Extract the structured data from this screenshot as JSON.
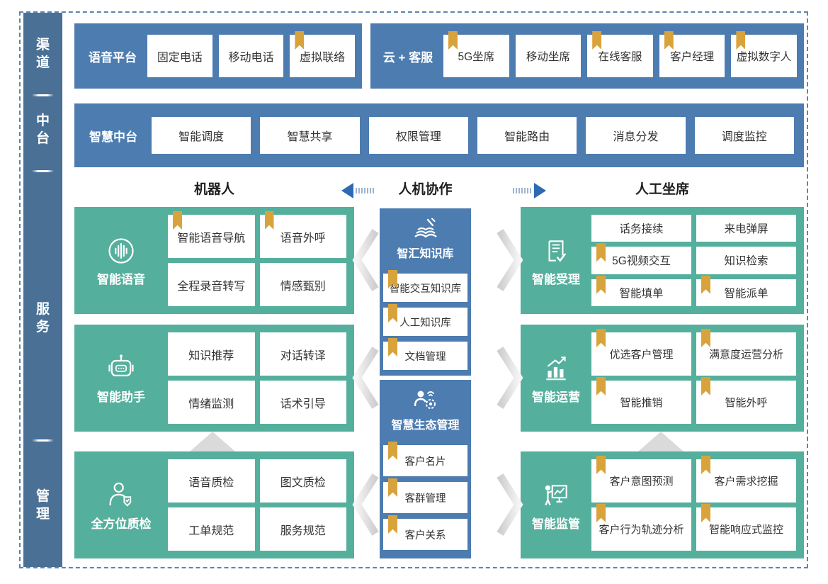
{
  "colors": {
    "panel_blue": "#4d7cb0",
    "sidebar_blue": "#4a7096",
    "teal": "#55af9d",
    "bookmark_gold": "#d9a33c",
    "arrow_blue": "#2e6ab3",
    "frame_dash": "#5e85ac",
    "item_text": "#333333"
  },
  "sidebar": {
    "items": [
      {
        "label": "渠道"
      },
      {
        "label": "中台"
      },
      {
        "label": "服务"
      },
      {
        "label": "管理"
      }
    ]
  },
  "channel_row": {
    "voice_panel": {
      "title": "语音平台",
      "items": [
        {
          "label": "固定电话",
          "bookmark": false
        },
        {
          "label": "移动电话",
          "bookmark": false
        },
        {
          "label": "虚拟联络",
          "bookmark": true
        }
      ]
    },
    "cloud_panel": {
      "title": "云 + 客服",
      "items": [
        {
          "label": "5G坐席",
          "bookmark": true
        },
        {
          "label": "移动坐席",
          "bookmark": false
        },
        {
          "label": "在线客服",
          "bookmark": true
        },
        {
          "label": "客户经理",
          "bookmark": true
        },
        {
          "label": "虚拟数字人",
          "bookmark": true
        }
      ]
    }
  },
  "midplatform_row": {
    "title": "智慧中台",
    "items": [
      {
        "label": "智能调度",
        "bookmark": false
      },
      {
        "label": "智慧共享",
        "bookmark": false
      },
      {
        "label": "权限管理",
        "bookmark": false
      },
      {
        "label": "智能路由",
        "bookmark": false
      },
      {
        "label": "消息分发",
        "bookmark": false
      },
      {
        "label": "调度监控",
        "bookmark": false
      }
    ]
  },
  "collab_header": {
    "left_label": "机器人",
    "center_label": "人机协作",
    "right_label": "人工坐席"
  },
  "robot_column": {
    "blocks": [
      {
        "title": "智能语音",
        "icon": "voice-waveform-icon",
        "items": [
          {
            "label": "智能语音导航",
            "bookmark": true
          },
          {
            "label": "语音外呼",
            "bookmark": true
          },
          {
            "label": "全程录音转写",
            "bookmark": false
          },
          {
            "label": "情感甄别",
            "bookmark": false
          }
        ]
      },
      {
        "title": "智能助手",
        "icon": "robot-icon",
        "items": [
          {
            "label": "知识推荐",
            "bookmark": false
          },
          {
            "label": "对话转译",
            "bookmark": false
          },
          {
            "label": "情绪监测",
            "bookmark": false
          },
          {
            "label": "话术引导",
            "bookmark": false
          }
        ]
      },
      {
        "title": "全方位质检",
        "icon": "quality-inspector-icon",
        "items": [
          {
            "label": "语音质检",
            "bookmark": false
          },
          {
            "label": "图文质检",
            "bookmark": false
          },
          {
            "label": "工单规范",
            "bookmark": false
          },
          {
            "label": "服务规范",
            "bookmark": false
          }
        ]
      }
    ]
  },
  "collab_column": {
    "blocks": [
      {
        "title": "智汇知识库",
        "icon": "knowledge-book-icon",
        "items": [
          {
            "label": "智能交互知识库",
            "bookmark": true
          },
          {
            "label": "人工知识库",
            "bookmark": true
          },
          {
            "label": "文档管理",
            "bookmark": true
          }
        ]
      },
      {
        "title": "智慧生态管理",
        "icon": "ecosystem-person-icon",
        "items": [
          {
            "label": "客户名片",
            "bookmark": true
          },
          {
            "label": "客群管理",
            "bookmark": true
          },
          {
            "label": "客户关系",
            "bookmark": true
          }
        ]
      }
    ]
  },
  "agent_column": {
    "blocks": [
      {
        "title": "智能受理",
        "icon": "document-check-icon",
        "items": [
          {
            "label": "话务接续",
            "bookmark": false
          },
          {
            "label": "来电弹屏",
            "bookmark": false
          },
          {
            "label": "5G视频交互",
            "bookmark": true
          },
          {
            "label": "知识检索",
            "bookmark": false
          },
          {
            "label": "智能填单",
            "bookmark": true
          },
          {
            "label": "智能派单",
            "bookmark": true
          }
        ]
      },
      {
        "title": "智能运营",
        "icon": "growth-chart-icon",
        "items": [
          {
            "label": "优选客户管理",
            "bookmark": true
          },
          {
            "label": "满意度运营分析",
            "bookmark": true
          },
          {
            "label": "智能推销",
            "bookmark": true
          },
          {
            "label": "智能外呼",
            "bookmark": true
          }
        ]
      },
      {
        "title": "智能监管",
        "icon": "monitor-presenter-icon",
        "items": [
          {
            "label": "客户意图预测",
            "bookmark": true
          },
          {
            "label": "客户需求挖掘",
            "bookmark": true
          },
          {
            "label": "客户行为轨迹分析",
            "bookmark": true
          },
          {
            "label": "智能响应式监控",
            "bookmark": true
          }
        ]
      }
    ]
  }
}
